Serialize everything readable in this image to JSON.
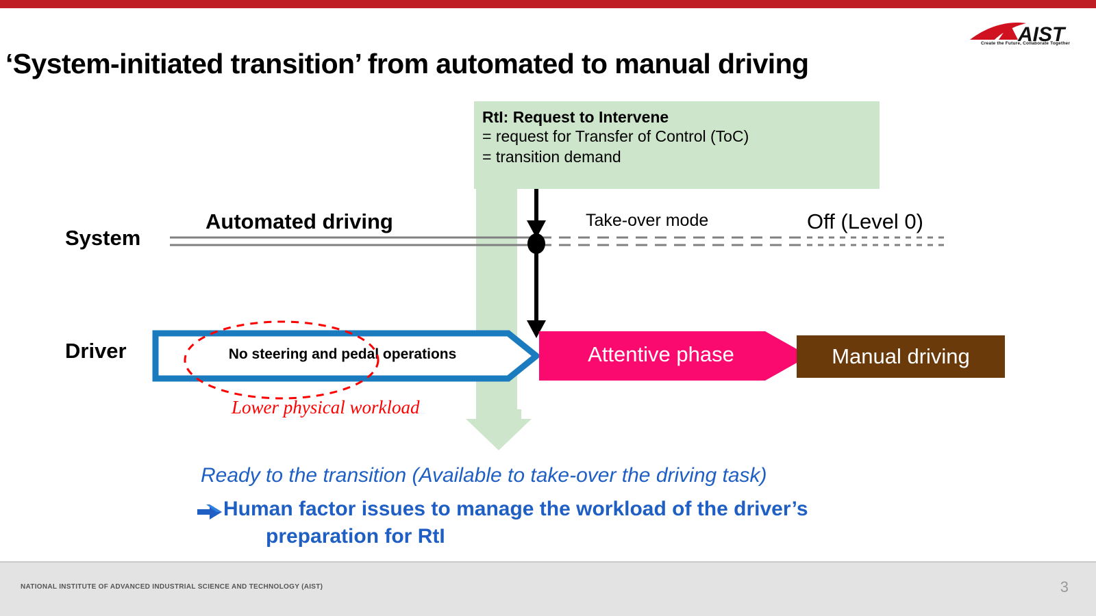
{
  "brand": {
    "logo_text": "AIST",
    "logo_tagline": "Create the Future, Collaborate Together",
    "accent_red": "#BE1E24"
  },
  "slide": {
    "title": "‘System-initiated transition’ from automated to manual driving",
    "page_number": "3"
  },
  "callout": {
    "title": "RtI: Request to Intervene",
    "line1": "= request for Transfer of Control (ToC)",
    "line2": "= transition demand",
    "bg_color": "#CDE6CB"
  },
  "rows": {
    "system_label": "System",
    "driver_label": "Driver"
  },
  "system_timeline": {
    "phase_automated": "Automated driving",
    "phase_takeover": "Take-over mode",
    "phase_off": "Off (Level 0)"
  },
  "driver_timeline": {
    "phase_no_ops": "No steering and pedal operations",
    "phase_attentive": "Attentive phase",
    "phase_manual": "Manual driving",
    "blue_color": "#1B7BBF",
    "pink_color": "#FA0A6E",
    "brown_color": "#6B3A0B"
  },
  "annotations": {
    "workload_note": "Lower physical workload",
    "workload_color": "#FF0000",
    "ready_text": "Ready to the transition (Available to take-over the driving task)",
    "human_factor_line1": "Human factor issues to manage the workload of the driver’s",
    "human_factor_line2": "preparation for RtI",
    "blue_text_color": "#1F5FC4"
  },
  "footer": {
    "org": "NATIONAL INSTITUTE OF ADVANCED INDUSTRIAL SCIENCE AND TECHNOLOGY (AIST)"
  }
}
